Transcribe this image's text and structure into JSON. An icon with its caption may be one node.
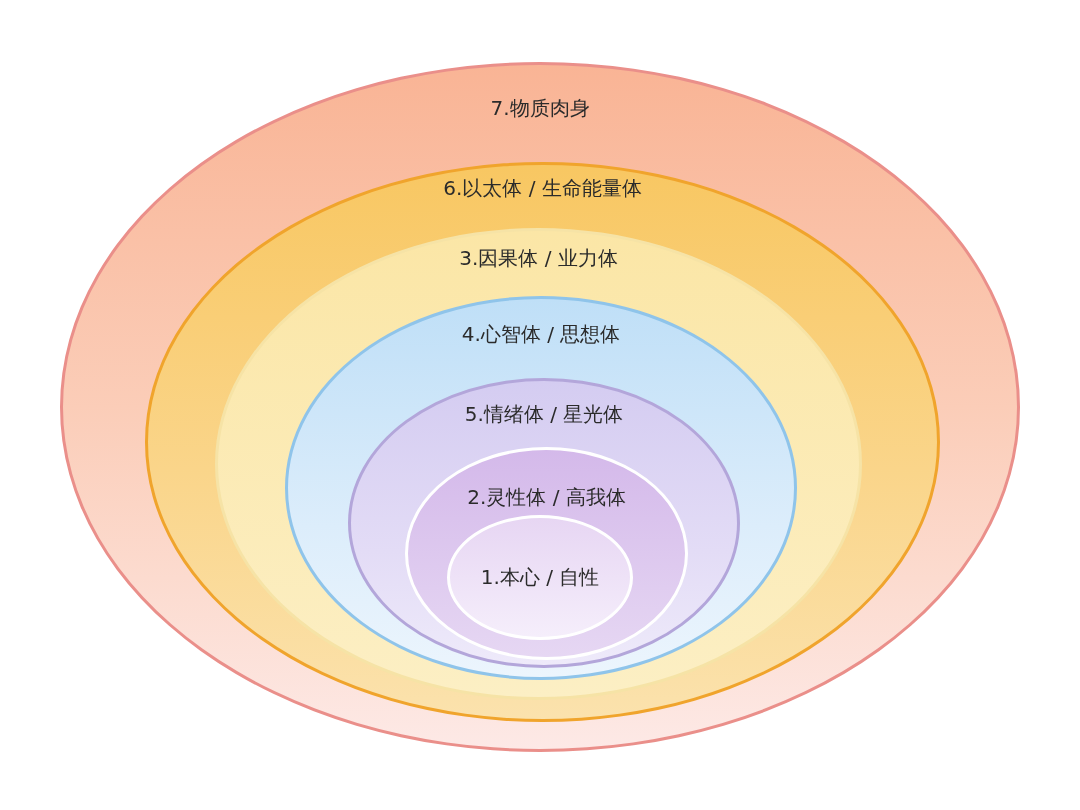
{
  "diagram": {
    "nodes": [
      {
        "text": [
          "7.物质肉身"
        ]
      },
      {
        "text": [
          "6.以太体 / 生命能量体"
        ],
        "in": 0
      },
      {
        "text": [
          "3.因果体 / 业力体"
        ],
        "in": 1
      },
      {
        "text": [
          "4.心智体 / 思想体"
        ],
        "in": 2
      },
      {
        "text": [
          "5.情绪体 / 星光体"
        ],
        "in": 3
      },
      {
        "text": [
          "2.灵性体 / 高我体"
        ],
        "in": 4
      },
      {
        "text": [
          "1.本心 / 自性"
        ],
        "in": 5
      }
    ]
  }
}
